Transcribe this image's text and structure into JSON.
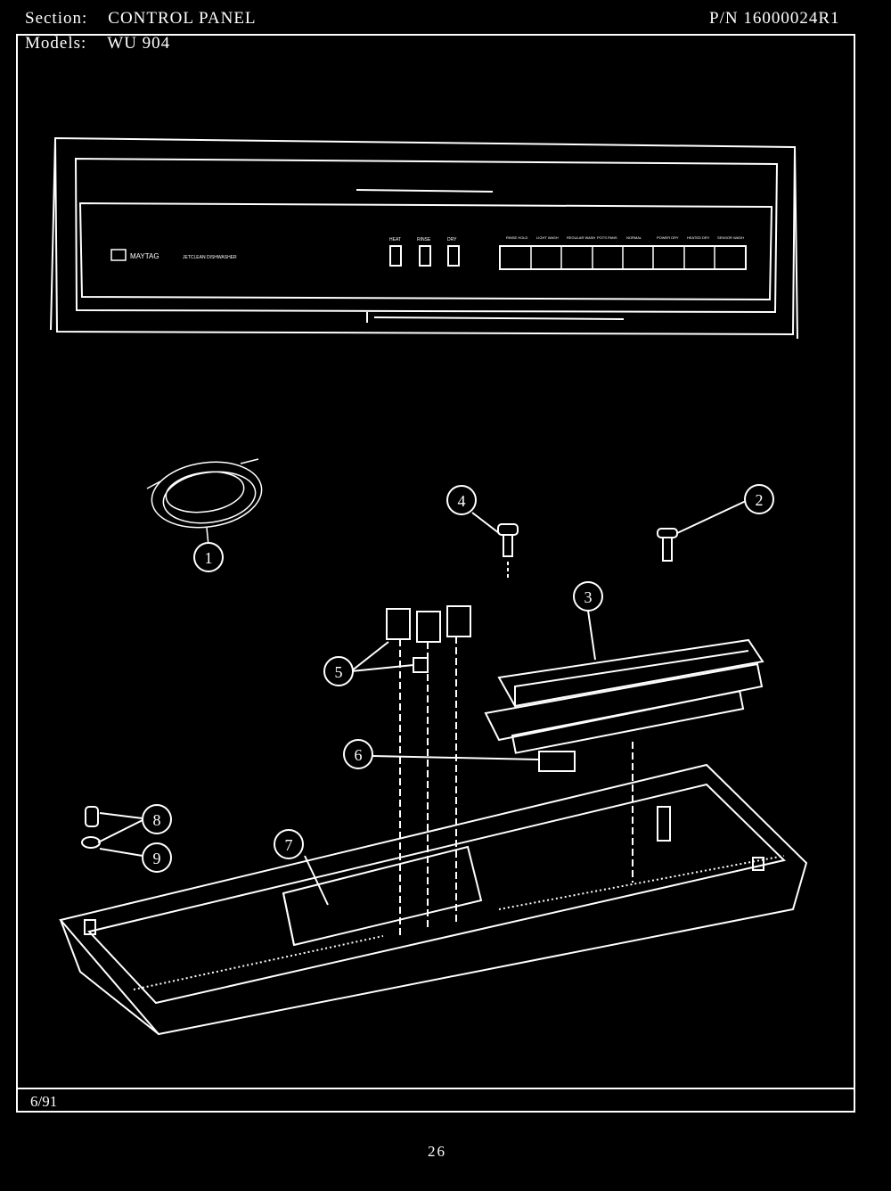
{
  "header": {
    "section_label": "Section:",
    "section_value": "CONTROL PANEL",
    "pn": "P/N 16000024R1",
    "models_label": "Models:",
    "models_value": "WU 904"
  },
  "footer": {
    "date": "6/91",
    "page": "26"
  },
  "panel": {
    "brand": "MAYTAG",
    "subtitle": "JETCLEAN DISHWASHER",
    "left_buttons": [
      "HEAT",
      "RINSE",
      "DRY"
    ],
    "cycle_buttons": [
      "RINSE HOLD",
      "LIGHT WASH",
      "REGULAR WASH",
      "POTS PANS",
      "NORMAL",
      "POWER DRY",
      "HEATED DRY",
      "SENSOR WASH"
    ]
  },
  "callouts": [
    "1",
    "2",
    "3",
    "4",
    "5",
    "6",
    "7",
    "8",
    "9"
  ]
}
